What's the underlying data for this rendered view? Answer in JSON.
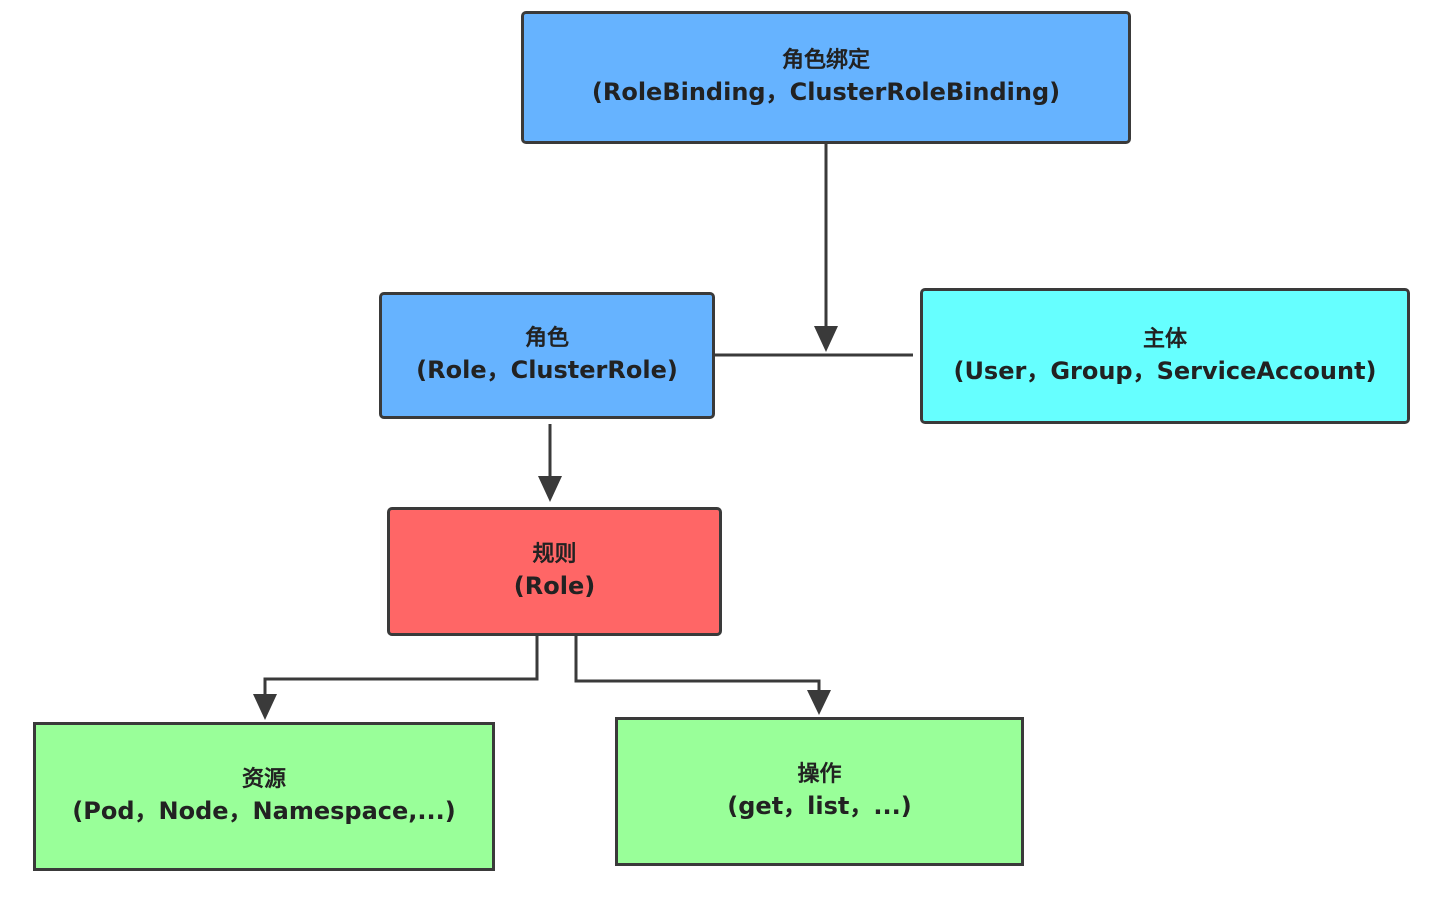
{
  "nodes": {
    "binding": {
      "title": "角色绑定",
      "sub": "(RoleBinding，ClusterRoleBinding)",
      "color": "#66b3ff"
    },
    "role": {
      "title": "角色",
      "sub": "(Role，ClusterRole)",
      "color": "#66b3ff"
    },
    "subject": {
      "title": "主体",
      "sub": "(User，Group，ServiceAccount)",
      "color": "#66ffff"
    },
    "rule": {
      "title": "规则",
      "sub": "(Role)",
      "color": "#ff6666"
    },
    "resource": {
      "title": "资源",
      "sub": "(Pod，Node，Namespace,...)",
      "color": "#99ff99"
    },
    "action": {
      "title": "操作",
      "sub": "(get，list，...)",
      "color": "#99ff99"
    }
  },
  "edges": [
    {
      "from": "binding",
      "to": "role-subject-link"
    },
    {
      "from": "role",
      "to": "subject"
    },
    {
      "from": "role",
      "to": "rule"
    },
    {
      "from": "rule",
      "to": "resource"
    },
    {
      "from": "rule",
      "to": "action"
    }
  ]
}
